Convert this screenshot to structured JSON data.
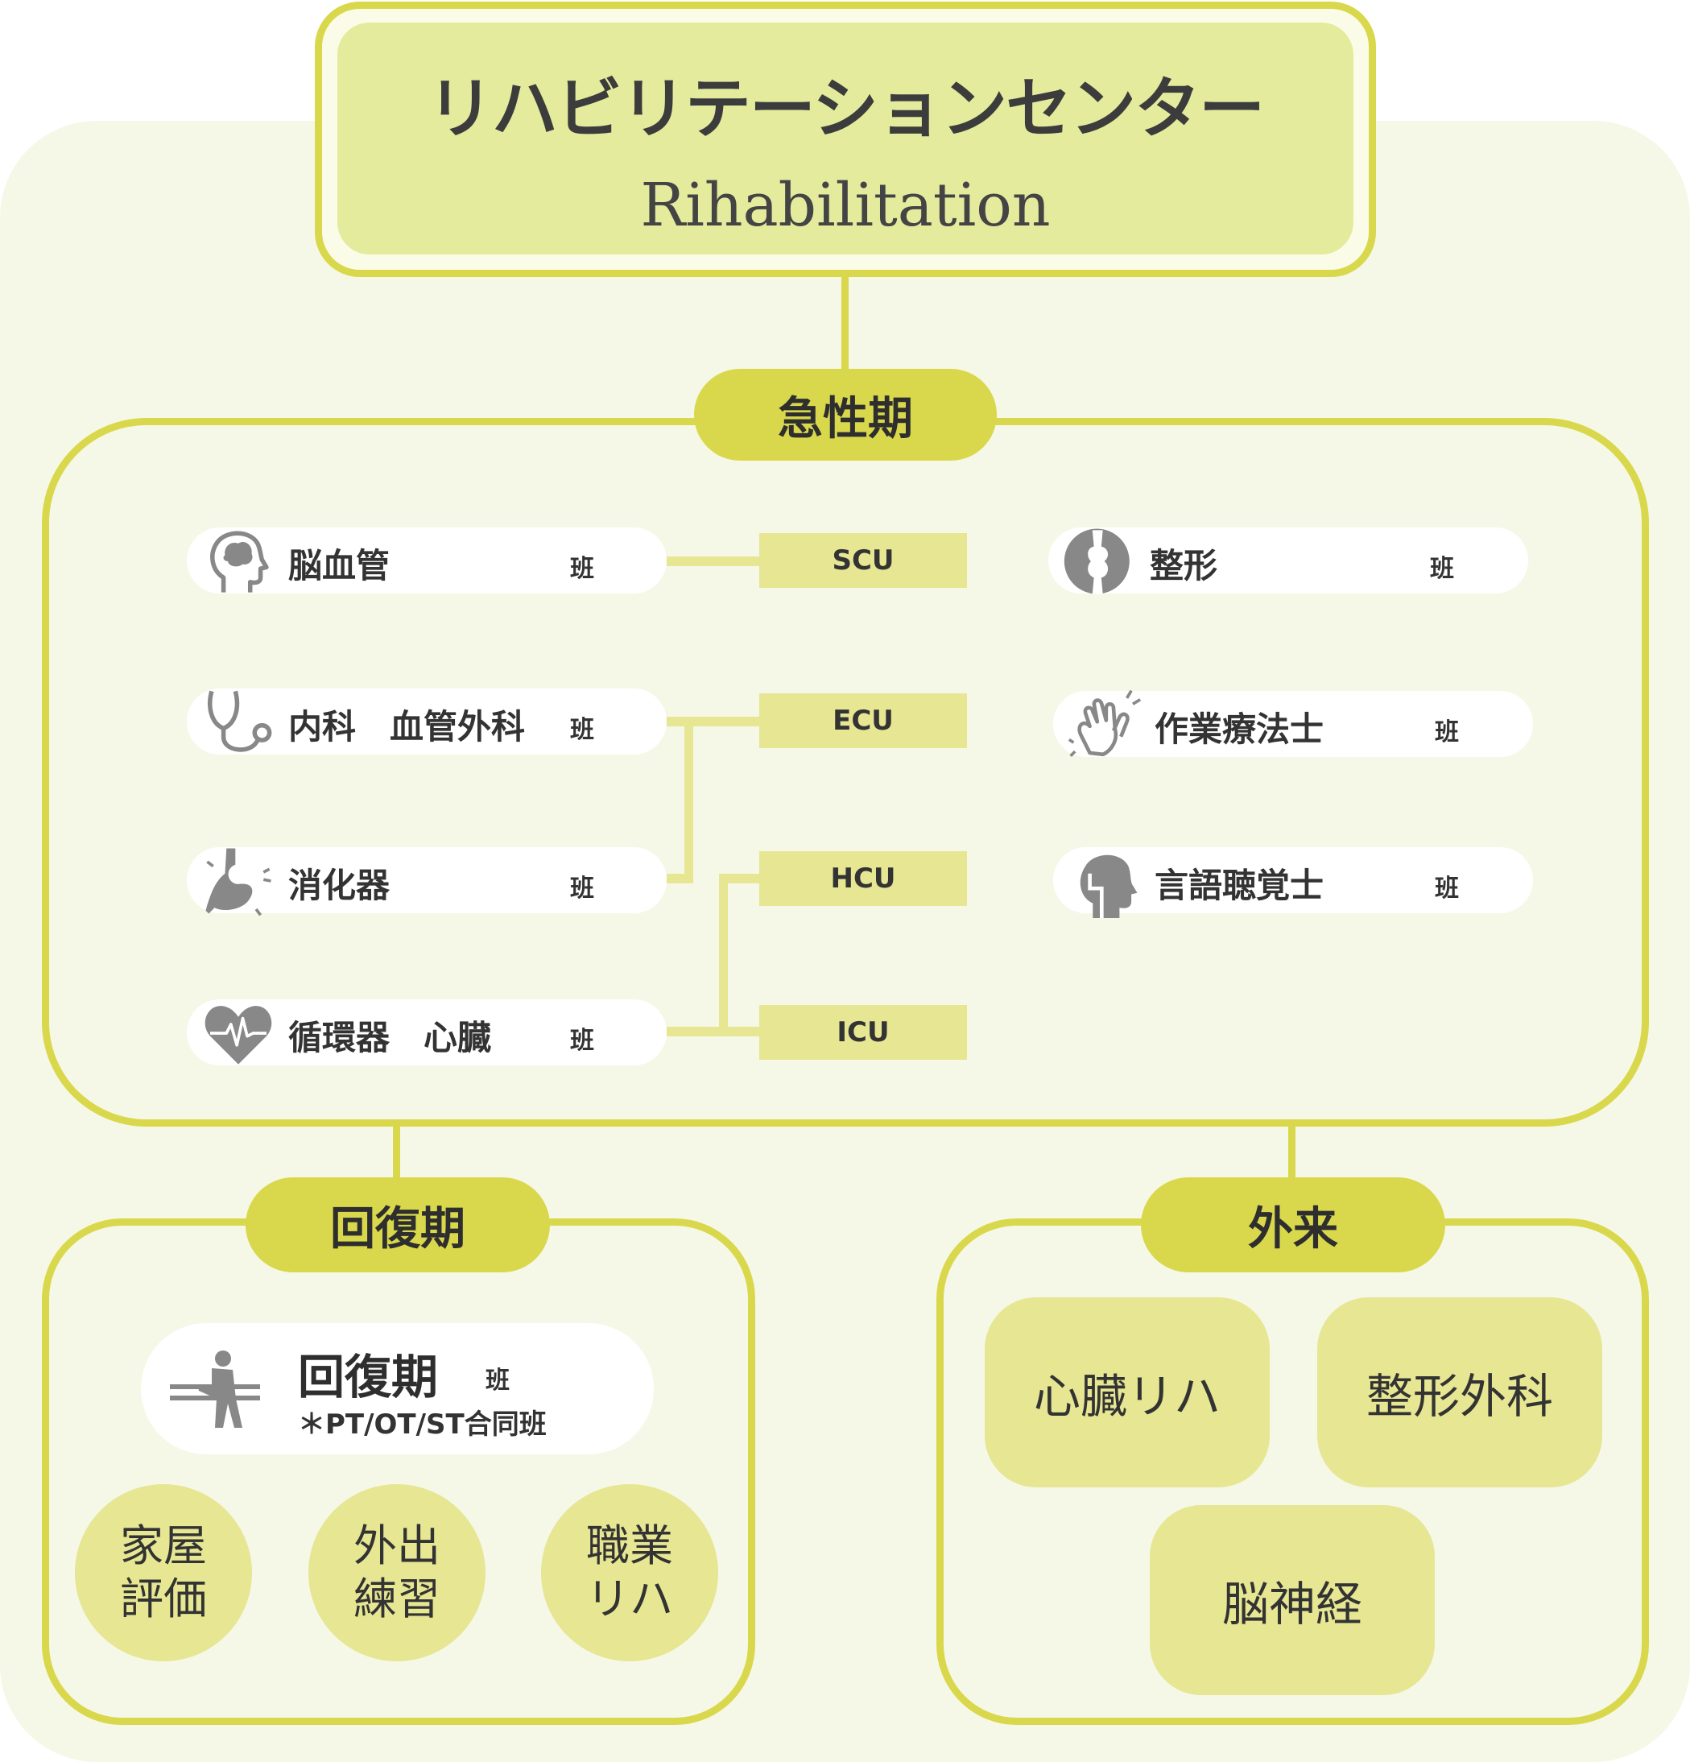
{
  "title": {
    "main": "リハビリテーションセンター",
    "sub": "Rihabilitation"
  },
  "acute": {
    "label": "急性期",
    "teams_left": [
      {
        "name": "脳血管",
        "suffix": "班",
        "icon": "brain-head-icon"
      },
      {
        "name": "内科　血管外科",
        "suffix": "班",
        "icon": "stethoscope-icon"
      },
      {
        "name": "消化器",
        "suffix": "班",
        "icon": "stomach-icon"
      },
      {
        "name": "循環器　心臓",
        "suffix": "班",
        "icon": "heart-pulse-icon"
      }
    ],
    "units": [
      "SCU",
      "ECU",
      "HCU",
      "ICU"
    ],
    "teams_right": [
      {
        "name": "整形",
        "suffix": "班",
        "icon": "bone-joint-icon"
      },
      {
        "name": "作業療法士",
        "suffix": "班",
        "icon": "hands-icon"
      },
      {
        "name": "言語聴覚士",
        "suffix": "班",
        "icon": "speech-head-icon"
      }
    ]
  },
  "recovery": {
    "label": "回復期",
    "team": {
      "name": "回復期",
      "suffix": "班",
      "note": "＊PT/OT/ST合同班",
      "icon": "patient-bed-icon"
    },
    "circles": [
      {
        "line1": "家屋",
        "line2": "評価"
      },
      {
        "line1": "外出",
        "line2": "練習"
      },
      {
        "line1": "職業",
        "line2": "リハ"
      }
    ]
  },
  "outpatient": {
    "label": "外来",
    "items": [
      "心臓リハ",
      "整形外科",
      "脳神経"
    ]
  },
  "colors": {
    "accent": "#d9d84c",
    "light": "#e6e693",
    "background": "#f6f8e7",
    "title_fill": "#e4eb9d"
  }
}
